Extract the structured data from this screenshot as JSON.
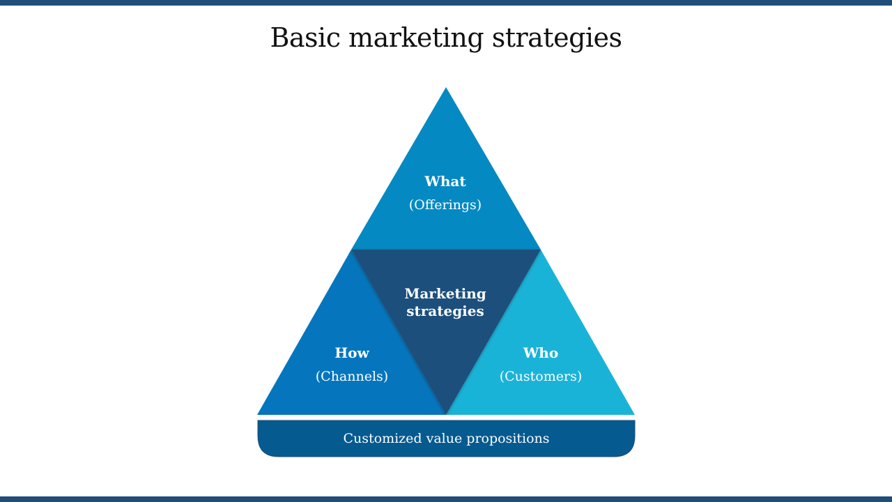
{
  "slide": {
    "title": "Basic marketing strategies"
  },
  "colors": {
    "frame_bar": "#1f4e7a",
    "top_triangle": "#0589c2",
    "left_triangle": "#0576bd",
    "right_triangle": "#1ab3d8",
    "center_triangle": "#1e4f7c",
    "base_band": "#055a90",
    "text_light": "#ffffff",
    "title_text": "#111111"
  },
  "pyramid": {
    "top": {
      "heading": "What",
      "sub": "(Offerings)"
    },
    "left": {
      "heading": "How",
      "sub": "(Channels)"
    },
    "right": {
      "heading": "Who",
      "sub": "(Customers)"
    },
    "center": {
      "line1": "Marketing",
      "line2": "strategies"
    },
    "base": {
      "label": "Customized value propositions"
    }
  }
}
